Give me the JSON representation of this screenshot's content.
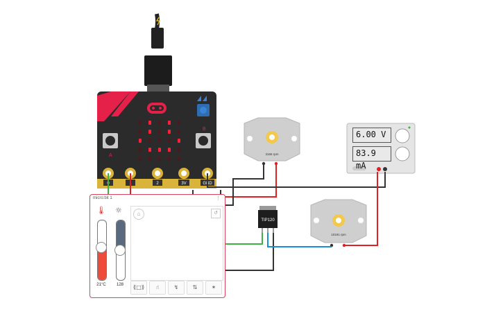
{
  "microbit": {
    "pins": [
      "0",
      "1",
      "2",
      "3V",
      "GND"
    ],
    "button_a": "A",
    "button_b": "B"
  },
  "panel": {
    "title": "micro:bit 1",
    "temperature": "21°C",
    "light": "128",
    "temperature_level": 0.55,
    "light_level": 0.5
  },
  "motor1": {
    "rpm": "3166 rpm"
  },
  "motor2": {
    "rpm": "10191 rpm"
  },
  "transistor": {
    "label": "TIP120"
  },
  "power_supply": {
    "voltage": "6.00 V",
    "current": "83.9 mA"
  },
  "wire_colors": {
    "green": "#3cb043",
    "red": "#e02020",
    "black": "#333333",
    "blue": "#1a8fd0"
  },
  "brand_color": "#e5214a"
}
